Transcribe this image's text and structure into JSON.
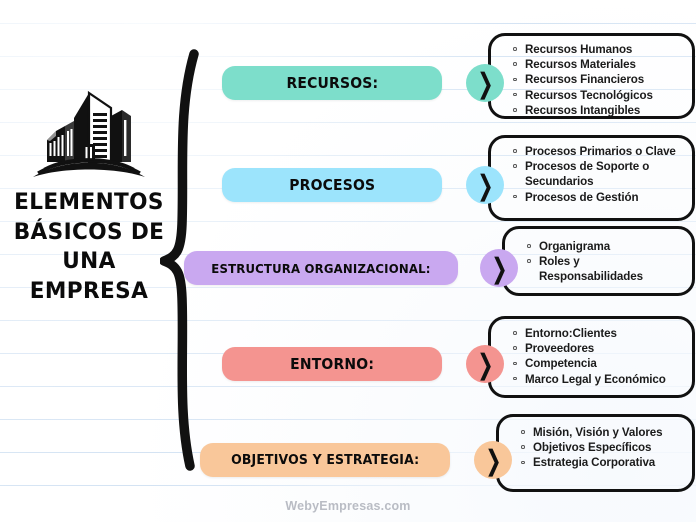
{
  "title": {
    "icon": "office-building-icon",
    "text": "ELEMENTOS\nBÁSICOS DE\nUNA EMPRESA"
  },
  "brace": {
    "icon": "curly-brace-icon"
  },
  "watermark": "WebyEmpresas.com",
  "colors": {
    "teal": "#7DDECB",
    "blue": "#9CE4FC",
    "purple": "#C9A8F0",
    "salmon": "#F49490",
    "peach": "#F9C79A",
    "outline": "#111111",
    "paper_line": "#cfe0f2",
    "watermark": "#b9bcc4"
  },
  "rows": [
    {
      "label": "RECURSOS:",
      "color": "#7DDECB",
      "chevron_icon": "chevron-right-icon",
      "items": [
        "Recursos Humanos",
        "Recursos Materiales",
        "Recursos Financieros",
        "Recursos Tecnológicos",
        "Recursos Intangibles"
      ]
    },
    {
      "label": "PROCESOS",
      "color": "#9CE4FC",
      "chevron_icon": "chevron-right-icon",
      "items": [
        "Procesos Primarios o Clave",
        "Procesos de Soporte o Secundarios",
        "Procesos de Gestión"
      ]
    },
    {
      "label": "ESTRUCTURA ORGANIZACIONAL:",
      "color": "#C9A8F0",
      "chevron_icon": "chevron-right-icon",
      "items": [
        "Organigrama",
        "Roles y Responsabilidades"
      ]
    },
    {
      "label": "ENTORNO:",
      "color": "#F49490",
      "chevron_icon": "chevron-right-icon",
      "items": [
        "Entorno:Clientes",
        "Proveedores",
        "Competencia",
        "Marco Legal y Económico"
      ]
    },
    {
      "label": "OBJETIVOS Y ESTRATEGIA:",
      "color": "#F9C79A",
      "chevron_icon": "chevron-right-icon",
      "items": [
        "Misión, Visión y Valores",
        "Objetivos Específicos",
        "Estrategia Corporativa"
      ]
    }
  ]
}
